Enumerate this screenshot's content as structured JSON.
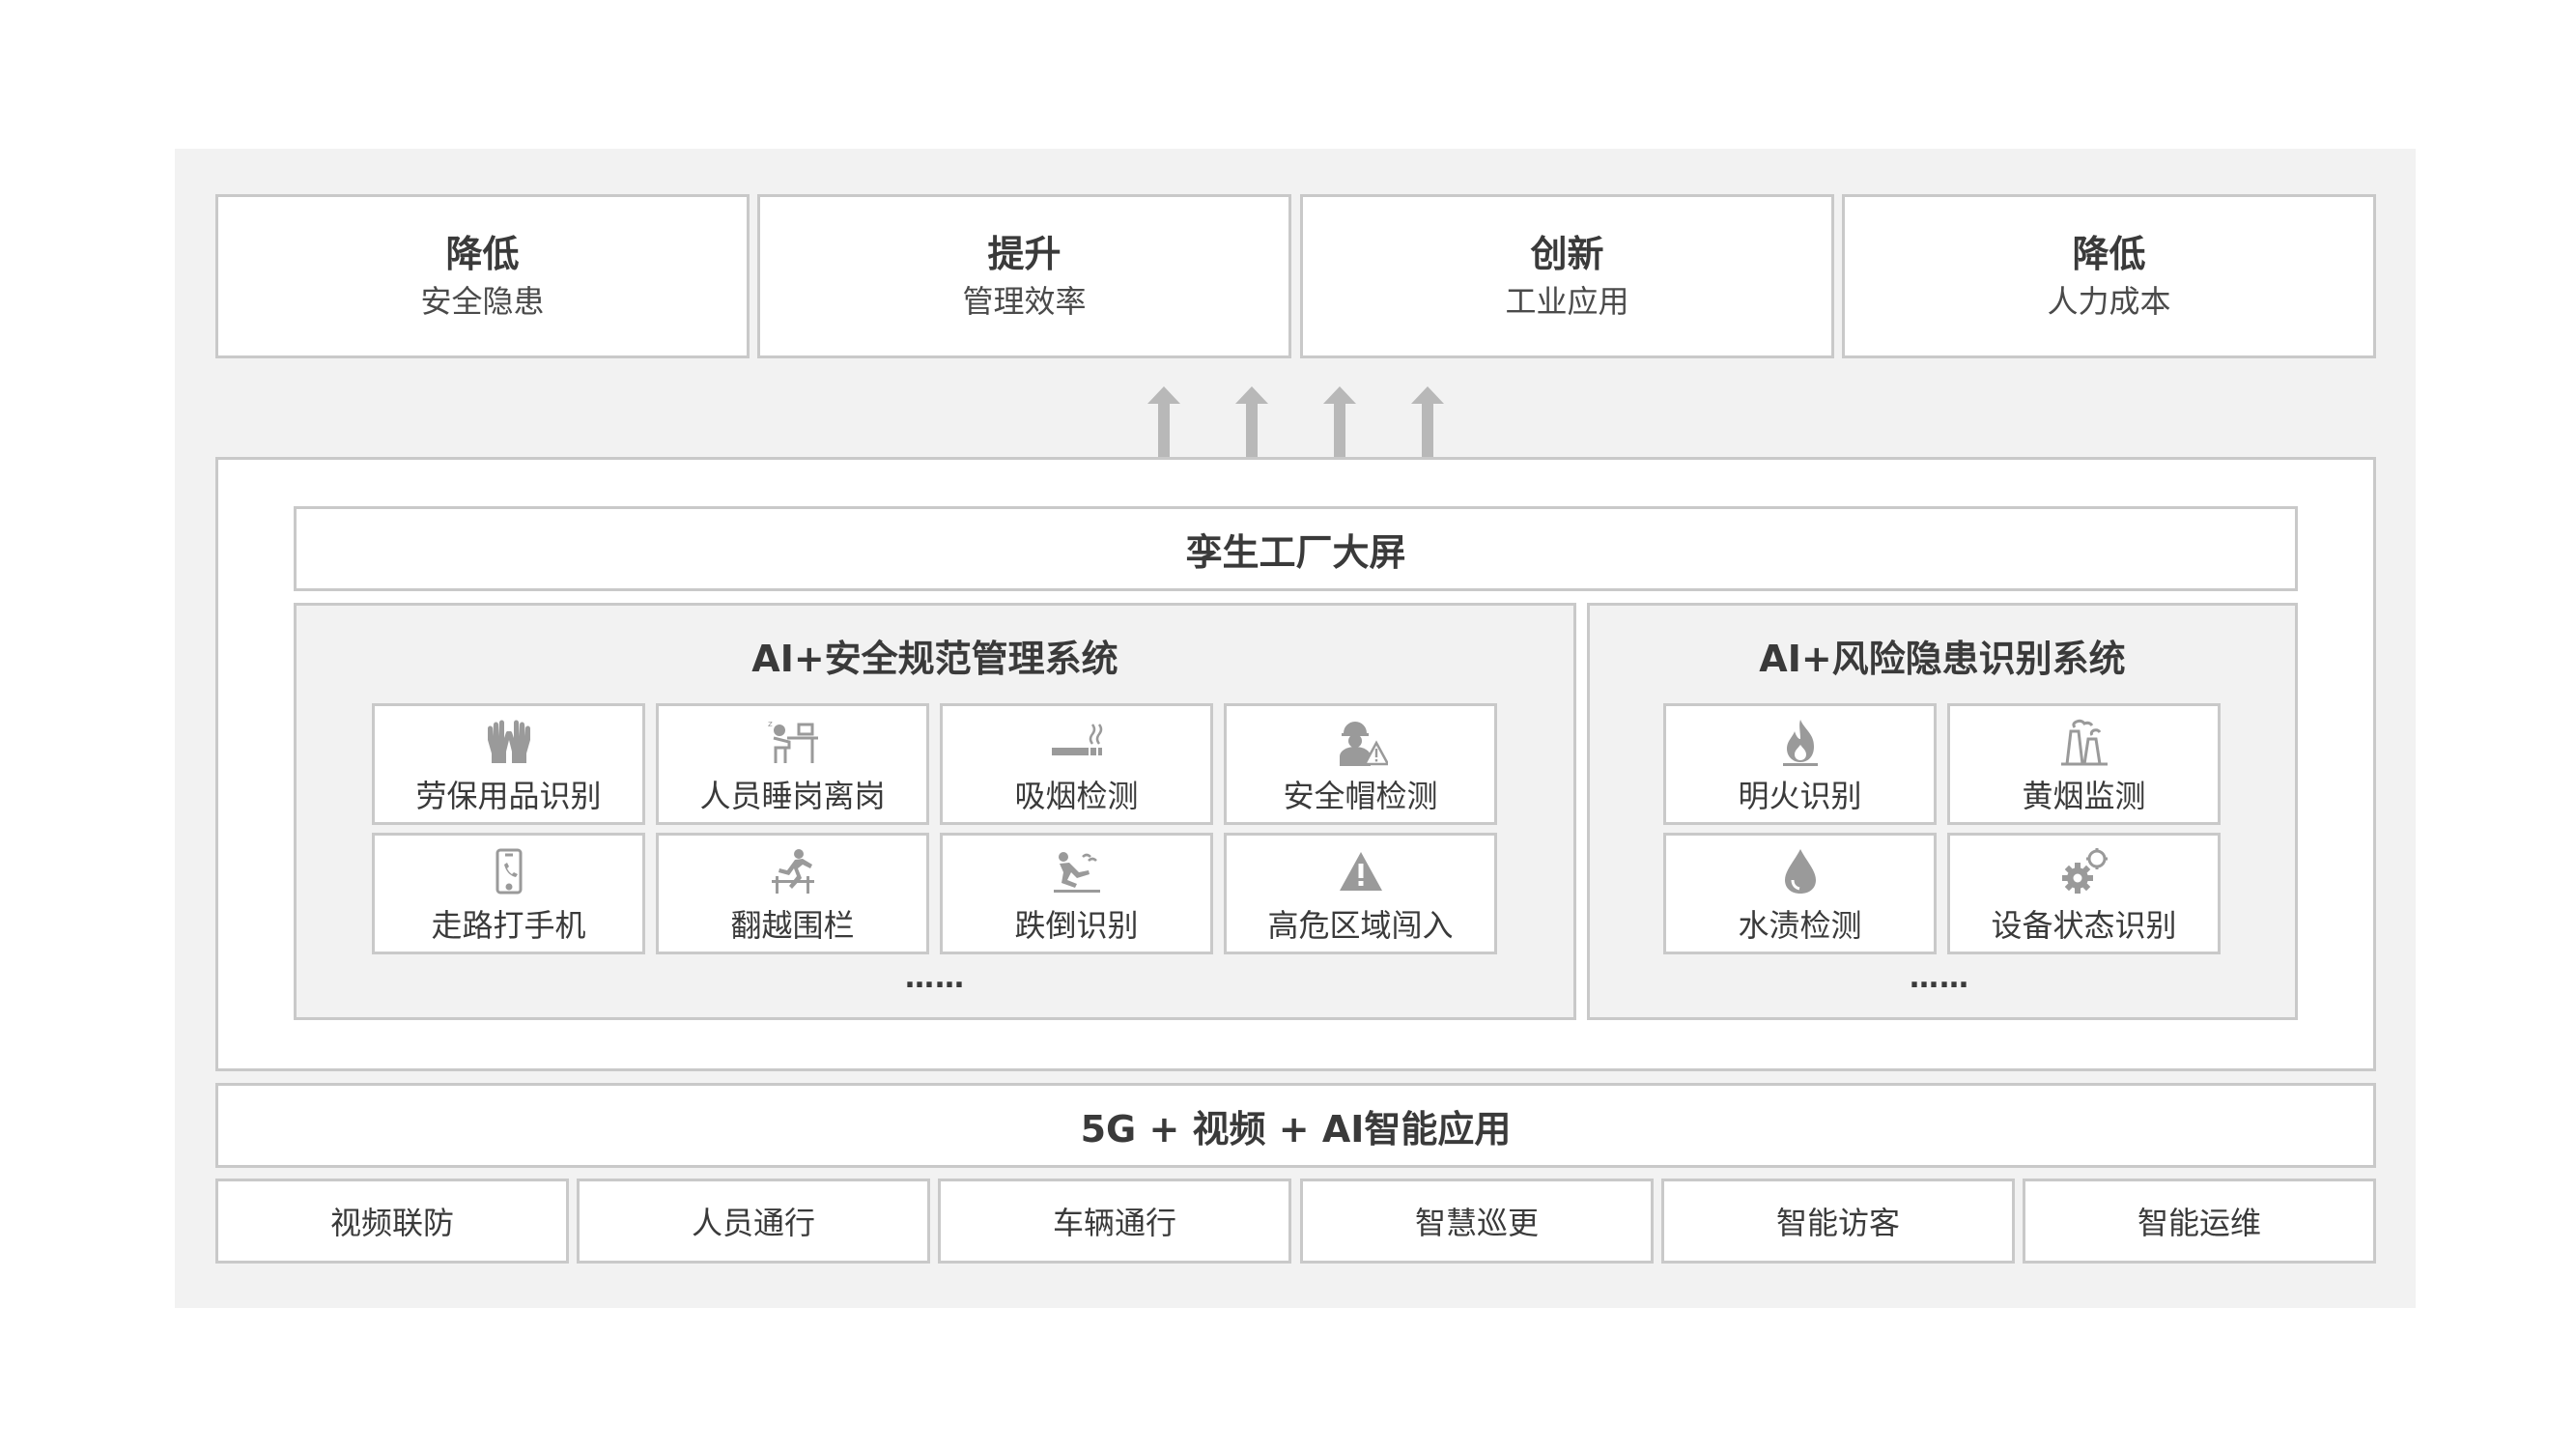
{
  "goals": [
    {
      "title": "降低",
      "sub": "安全隐患"
    },
    {
      "title": "提升",
      "sub": "管理效率"
    },
    {
      "title": "创新",
      "sub": "工业应用"
    },
    {
      "title": "降低",
      "sub": "人力成本"
    }
  ],
  "twin_screen": "孪生工厂大屏",
  "safety_system": {
    "title": "AI+安全规范管理系统",
    "items": [
      {
        "label": "劳保用品识别",
        "icon": "gloves-icon"
      },
      {
        "label": "人员睡岗离岗",
        "icon": "sleeping-at-desk-icon"
      },
      {
        "label": "吸烟检测",
        "icon": "cigarette-icon"
      },
      {
        "label": "安全帽检测",
        "icon": "worker-helmet-icon"
      },
      {
        "label": "走路打手机",
        "icon": "phone-icon"
      },
      {
        "label": "翻越围栏",
        "icon": "climbing-fence-icon"
      },
      {
        "label": "跌倒识别",
        "icon": "falling-person-icon"
      },
      {
        "label": "高危区域闯入",
        "icon": "warning-triangle-icon"
      }
    ],
    "more": "……"
  },
  "risk_system": {
    "title": "AI+风险隐患识别系统",
    "items": [
      {
        "label": "明火识别",
        "icon": "flame-icon"
      },
      {
        "label": "黄烟监测",
        "icon": "smoke-stack-icon"
      },
      {
        "label": "水渍检测",
        "icon": "water-drop-icon"
      },
      {
        "label": "设备状态识别",
        "icon": "gears-icon"
      }
    ],
    "more": "……"
  },
  "platform": "5G + 视频 + AI智能应用",
  "services": [
    "视频联防",
    "人员通行",
    "车辆通行",
    "智慧巡更",
    "智能访客",
    "智能运维"
  ],
  "colors": {
    "frame_bg": "#f2f2f2",
    "border": "#c9c9c9",
    "icon": "#9a9a9a",
    "arrow": "#b8b8b8",
    "text": "#3a3a3a"
  }
}
